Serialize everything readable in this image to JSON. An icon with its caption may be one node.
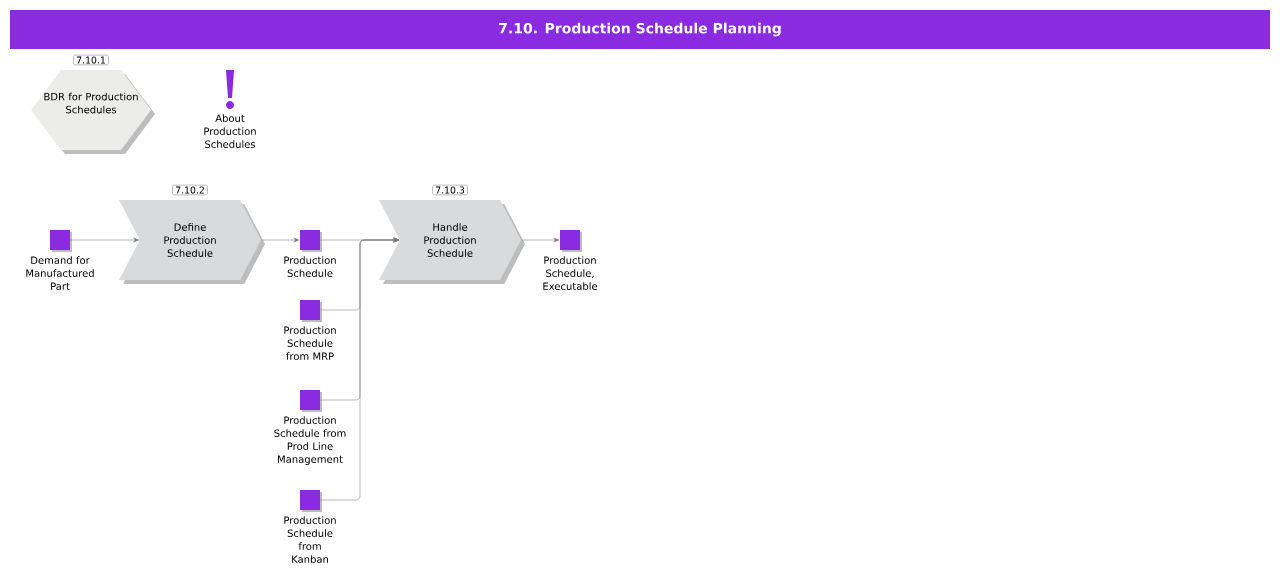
{
  "diagram": {
    "title": "7.10. Production Schedule Planning",
    "nodes": [
      {
        "text": [
          "BDR for Production Schedules"
        ],
        "beside": [
          "7.10.1"
        ]
      },
      {
        "text": [
          "Demand for Manufactured Part"
        ]
      },
      {
        "text": [
          "Define Production Schedule"
        ],
        "beside": [
          "7.10.2"
        ]
      },
      {
        "text": [
          "Production Schedule"
        ]
      },
      {
        "text": [
          "Production Schedule from MRP"
        ]
      },
      {
        "text": [
          "Production Schedule from Prod Line Management"
        ]
      },
      {
        "text": [
          "Production Schedule from Kanban"
        ]
      },
      {
        "text": [
          "Handle Production Schedule"
        ],
        "beside": [
          "7.10.3"
        ]
      },
      {
        "text": [
          "Production Schedule, Executable"
        ]
      }
    ],
    "edges": [
      {
        "from": 1,
        "to": 2,
        "arrow": "to"
      },
      {
        "from": 2,
        "to": 3,
        "arrow": "to"
      },
      {
        "from": 3,
        "to": 7,
        "arrow": "to"
      },
      {
        "from": 4,
        "to": 7,
        "arrow": "to"
      },
      {
        "from": 5,
        "to": 7,
        "arrow": "to"
      },
      {
        "from": 6,
        "to": 7,
        "arrow": "to"
      },
      {
        "from": 7,
        "to": 8,
        "arrow": "to"
      }
    ],
    "labels": [
      "About Production Schedules"
    ]
  }
}
